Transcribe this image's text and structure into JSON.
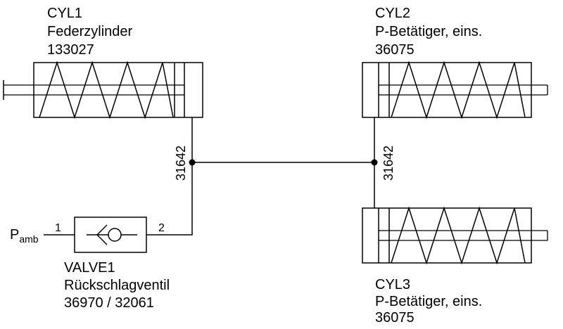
{
  "colors": {
    "stroke": "#000000",
    "background": "#ffffff"
  },
  "cyl1": {
    "tag": "CYL1",
    "name": "Federzylinder",
    "part": "133027"
  },
  "cyl2": {
    "tag": "CYL2",
    "name": "P-Betätiger, eins.",
    "part": "36075"
  },
  "cyl3": {
    "tag": "CYL3",
    "name": "P-Betätiger, eins.",
    "part": "36075"
  },
  "valve1": {
    "tag": "VALVE1",
    "name": "Rückschlagventil",
    "part": "36970 / 32061",
    "port_in": "1",
    "port_out": "2"
  },
  "ambient": {
    "symbol": "P",
    "subscript": "amb"
  },
  "lines": {
    "left_tube": "31642",
    "right_tube": "31642"
  }
}
